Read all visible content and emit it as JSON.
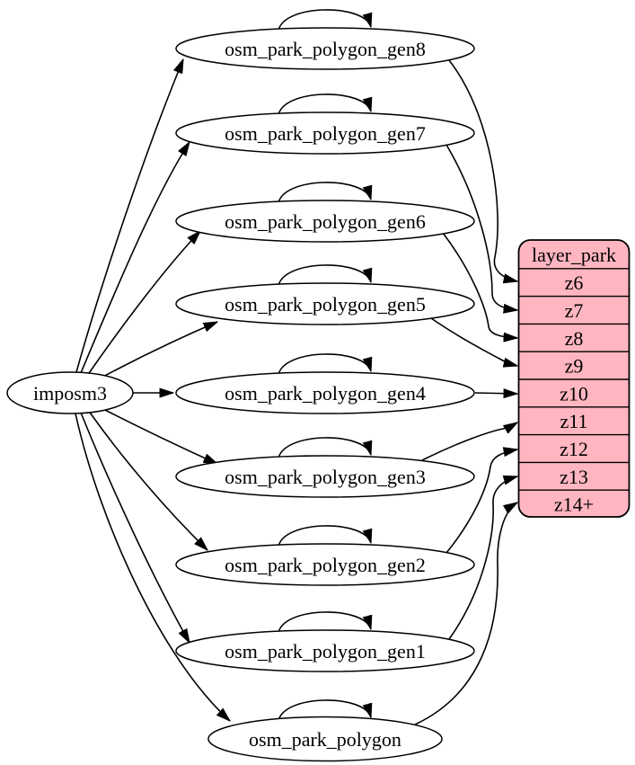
{
  "diagram": {
    "kind": "graphviz-dependency-graph",
    "source": {
      "label": "imposm3"
    },
    "tables": [
      {
        "label": "osm_park_polygon_gen8",
        "feeds_zoom": "z6"
      },
      {
        "label": "osm_park_polygon_gen7",
        "feeds_zoom": "z7"
      },
      {
        "label": "osm_park_polygon_gen6",
        "feeds_zoom": "z8"
      },
      {
        "label": "osm_park_polygon_gen5",
        "feeds_zoom": "z9"
      },
      {
        "label": "osm_park_polygon_gen4",
        "feeds_zoom": "z10"
      },
      {
        "label": "osm_park_polygon_gen3",
        "feeds_zoom": "z11"
      },
      {
        "label": "osm_park_polygon_gen2",
        "feeds_zoom": "z12"
      },
      {
        "label": "osm_park_polygon_gen1",
        "feeds_zoom": "z13"
      },
      {
        "label": "osm_park_polygon",
        "feeds_zoom": "z14+"
      }
    ],
    "layer": {
      "title": "layer_park",
      "rows": [
        "z6",
        "z7",
        "z8",
        "z9",
        "z10",
        "z11",
        "z12",
        "z13",
        "z14+"
      ]
    },
    "colors": {
      "layer_fill": "#ffb6c1",
      "table_fill": "#ffffff",
      "stroke": "#000000",
      "edge": "#000000",
      "background": "#ffffff"
    }
  }
}
